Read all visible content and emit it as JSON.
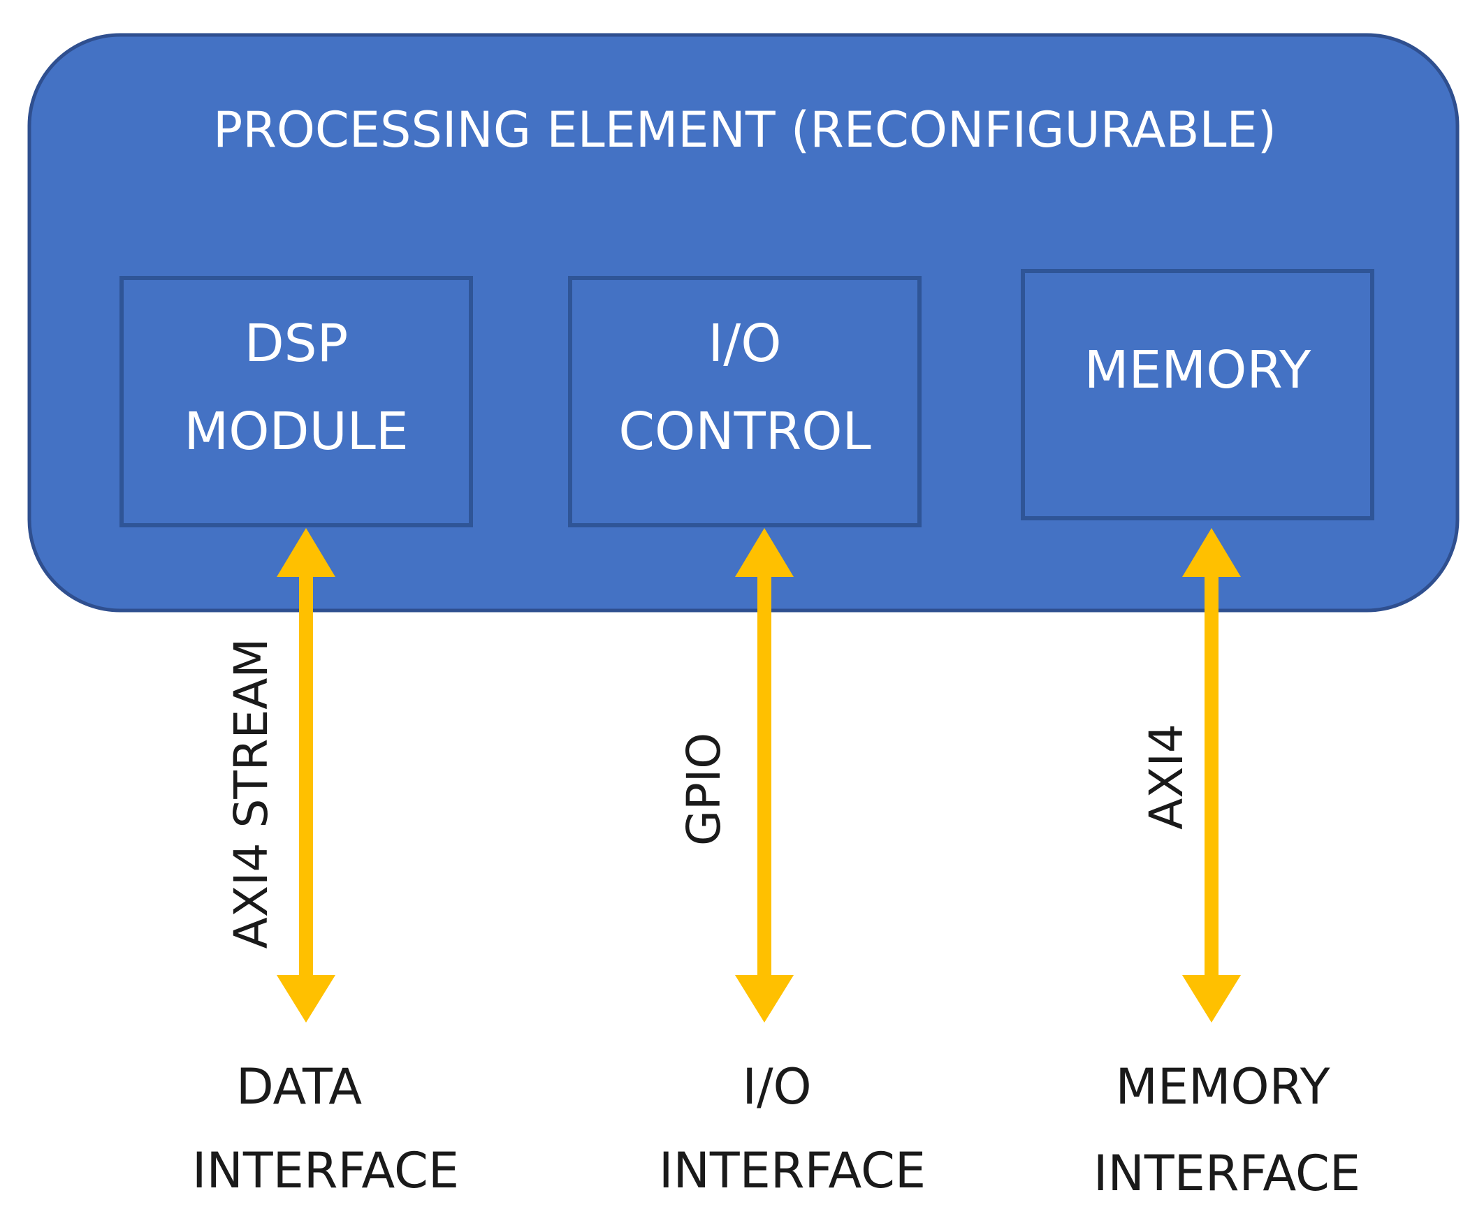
{
  "colors": {
    "container_fill": "#4472c4",
    "container_border": "#2f4f8f",
    "box_border": "#2f5597",
    "arrow": "#ffc000",
    "text_light": "#ffffff",
    "text_dark": "#1a1a1a"
  },
  "container": {
    "title": "PROCESSING ELEMENT (RECONFIGURABLE)"
  },
  "modules": [
    {
      "line1": "DSP",
      "line2": "MODULE"
    },
    {
      "line1": "I/O",
      "line2": "CONTROL"
    },
    {
      "line1": "MEMORY",
      "line2": ""
    }
  ],
  "buses": [
    {
      "label": "AXI4 STREAM"
    },
    {
      "label": "GPIO"
    },
    {
      "label": "AXI4"
    }
  ],
  "interfaces": [
    {
      "line1": "DATA",
      "line2": "INTERFACE"
    },
    {
      "line1": "I/O",
      "line2": "INTERFACE"
    },
    {
      "line1": "MEMORY",
      "line2": "INTERFACE"
    }
  ]
}
